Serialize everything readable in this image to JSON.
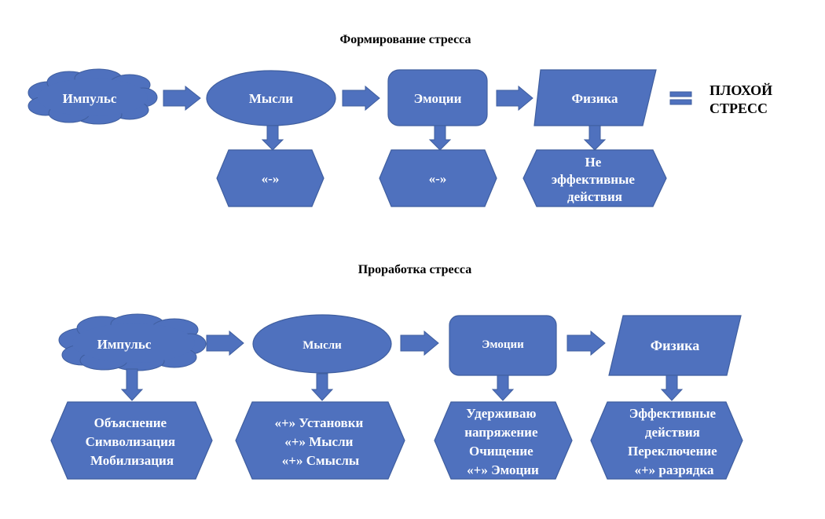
{
  "colors": {
    "shape_fill": "#4f71be",
    "shape_border": "#3f5e9f",
    "text": "#ffffff"
  },
  "formation": {
    "title": "Формирование стресса",
    "impulse": "Импульс",
    "thoughts": "Мысли",
    "emotions": "Эмоции",
    "physics": "Физика",
    "thoughts_result": "«-»",
    "emotions_result": "«-»",
    "physics_result": [
      "Не",
      "эффективные",
      "действия"
    ],
    "outcome": [
      "ПЛОХОЙ",
      "СТРЕСС"
    ]
  },
  "processing": {
    "title": "Проработка стресса",
    "impulse": "Импульс",
    "thoughts": "Мысли",
    "emotions": "Эмоции",
    "physics": "Физика",
    "impulse_result": [
      "Объяснение",
      "Символизация",
      "Мобилизация"
    ],
    "thoughts_result": [
      "«+» Установки",
      "«+» Мысли",
      "«+» Смыслы"
    ],
    "emotions_result": [
      "Удерживаю",
      "напряжение",
      "Очищение",
      "«+» Эмоции"
    ],
    "physics_result": [
      "Эффективные",
      "действия",
      "Переключение",
      "«+» разрядка"
    ]
  }
}
